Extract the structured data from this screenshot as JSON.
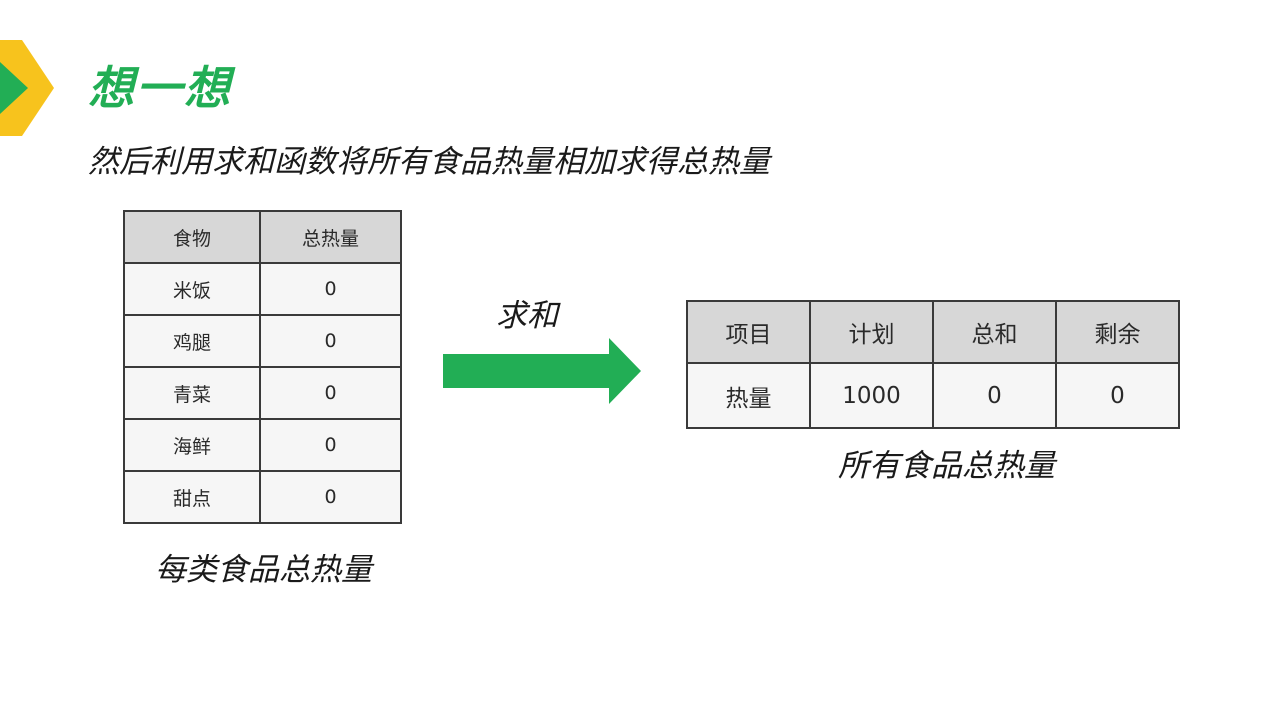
{
  "title": "想一想",
  "subtitle": "然后利用求和函数将所有食品热量相加求得总热量",
  "colors": {
    "accent_green": "#22ae55",
    "accent_yellow": "#f7c31d",
    "header_gray": "#d7d7d7",
    "cell_bg": "#f6f6f6"
  },
  "food_table": {
    "headers": [
      "食物",
      "总热量"
    ],
    "rows": [
      [
        "米饭",
        "0"
      ],
      [
        "鸡腿",
        "0"
      ],
      [
        "青菜",
        "0"
      ],
      [
        "海鲜",
        "0"
      ],
      [
        "甜点",
        "0"
      ]
    ],
    "caption": "每类食品总热量"
  },
  "arrow_label": "求和",
  "arrow_icon": "right-arrow-icon",
  "summary_table": {
    "headers": [
      "项目",
      "计划",
      "总和",
      "剩余"
    ],
    "row": [
      "热量",
      "1000",
      "0",
      "0"
    ],
    "caption": "所有食品总热量"
  }
}
